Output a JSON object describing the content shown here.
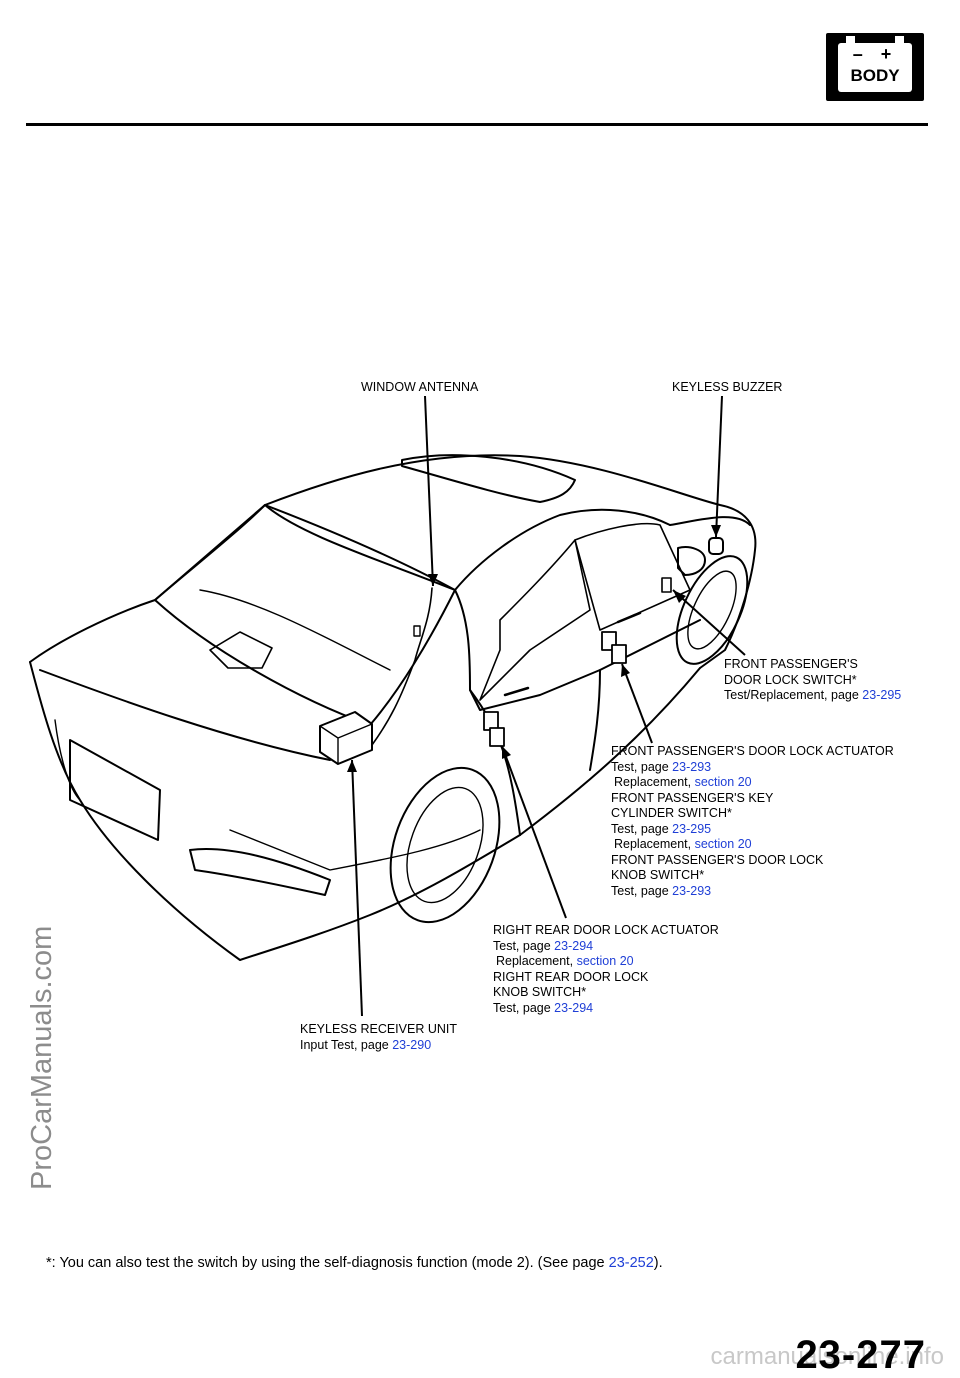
{
  "badge": {
    "minus": "–",
    "plus": "+",
    "label": "BODY"
  },
  "watermark": "ProCarManuals.com",
  "labels": {
    "window_antenna": "WINDOW ANTENNA",
    "keyless_buzzer": "KEYLESS BUZZER",
    "fp_switch": {
      "l1": "FRONT PASSENGER'S",
      "l2": "DOOR LOCK SWITCH*",
      "l3_text": "Test/Replacement, page",
      "l3_link": "23-295"
    },
    "fp_actuator": {
      "l1": "FRONT PASSENGER'S DOOR LOCK ACTUATOR",
      "l2_text": "Test, page",
      "l2_link": "23-293",
      "l3_text": "Replacement,",
      "l3_link": "section 20",
      "l4": "FRONT PASSENGER'S KEY",
      "l5": "CYLINDER SWITCH*",
      "l6_text": "Test, page",
      "l6_link": "23-295",
      "l7_text": "Replacement,",
      "l7_link": "section 20",
      "l8": "FRONT PASSENGER'S DOOR LOCK",
      "l9": "KNOB SWITCH*",
      "l10_text": "Test, page",
      "l10_link": "23-293"
    },
    "rr_actuator": {
      "l1": "RIGHT REAR DOOR LOCK ACTUATOR",
      "l2_text": "Test, page",
      "l2_link": "23-294",
      "l3_text": "Replacement,",
      "l3_link": "section 20",
      "l4": "RIGHT REAR DOOR LOCK",
      "l5": "KNOB SWITCH*",
      "l6_text": "Test, page",
      "l6_link": "23-294"
    },
    "receiver": {
      "l1": "KEYLESS RECEIVER UNIT",
      "l2_text": "Input Test, page",
      "l2_link": "23-290"
    }
  },
  "note": {
    "text": "*: You can also test the switch by using the self-diagnosis function (mode 2). (See page",
    "link": "23-252",
    "end": ")."
  },
  "page_number": "23-277",
  "footer_watermark": "carmanualsonline.info",
  "colors": {
    "link": "#1f3fd6",
    "watermark": "#8c8c8c"
  }
}
